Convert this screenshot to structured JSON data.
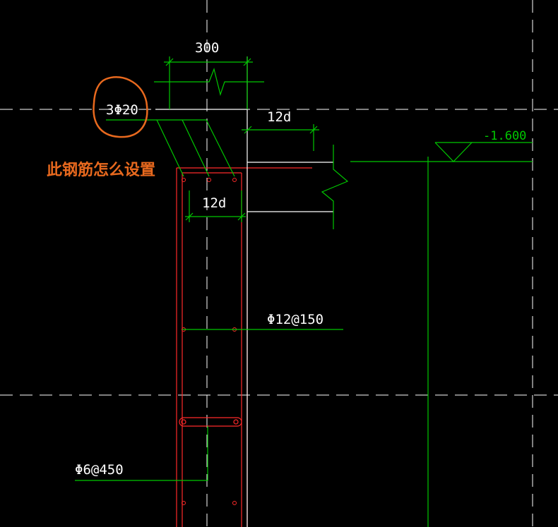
{
  "drawing": {
    "background_color": "#000000",
    "colors": {
      "dimension_line": "#00c800",
      "centerline": "#ffffff",
      "column_outline": "#ff2a2a",
      "annotation_circle": "#e8691e",
      "text": "#ffffff"
    },
    "dimensions": {
      "column_width": "300",
      "anchor_length_top": "12d",
      "anchor_length_inner": "12d"
    },
    "rebar_labels": {
      "top_bars": "3Φ20",
      "stirrups": "Φ12@150",
      "tie_bars": "Φ6@450"
    },
    "elevation": {
      "level": "-1.600"
    },
    "annotation": {
      "question": "此钢筋怎么设置"
    }
  }
}
